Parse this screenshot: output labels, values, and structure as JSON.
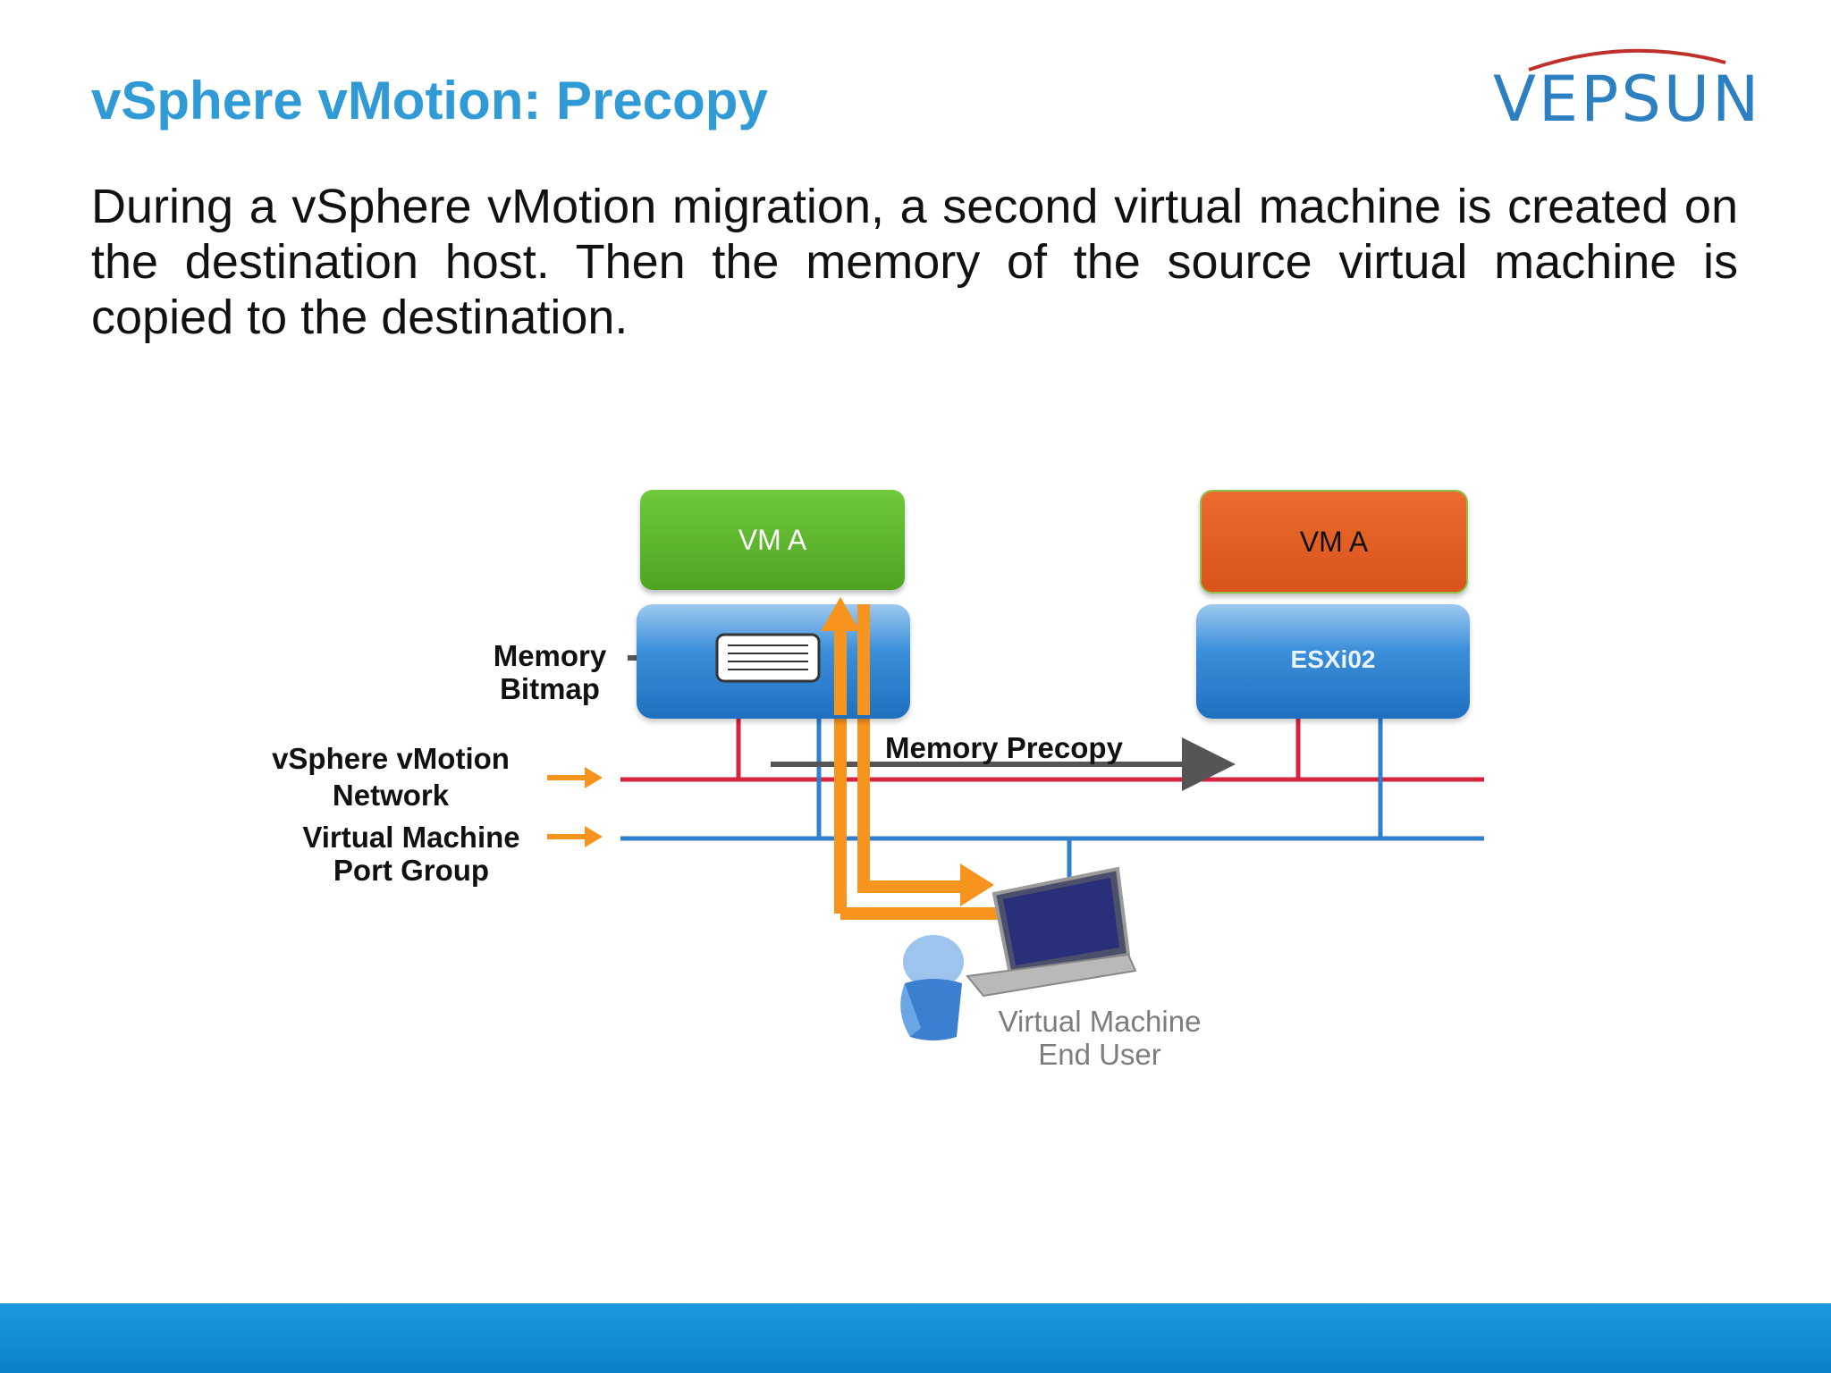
{
  "slide": {
    "title": "vSphere vMotion: Precopy",
    "description": "During a vSphere vMotion migration, a second virtual machine is created on the destination host. Then the memory of the source virtual machine is copied to the destination."
  },
  "logo": {
    "text": "VEPSUN"
  },
  "diagram": {
    "source_vm_label": "VM A",
    "dest_vm_label": "VM A",
    "dest_host_label": "ESXi02",
    "memory_bitmap_label_line1": "Memory",
    "memory_bitmap_label_line2": "Bitmap",
    "vmotion_network_line1": "vSphere vMotion",
    "vmotion_network_line2": "Network",
    "vm_port_group_line1": "Virtual Machine",
    "vm_port_group_line2": "Port Group",
    "memory_precopy_label": "Memory Precopy",
    "end_user_line1": "Virtual Machine",
    "end_user_line2": "End User"
  },
  "colors": {
    "title": "#2f9ad6",
    "source_vm": "#5cb82a",
    "dest_vm": "#e35f24",
    "vmotion_network": "#d6243f",
    "vm_network": "#2f7fcf",
    "traffic_arrow": "#f7941d",
    "footer": "#1a9ae0"
  }
}
